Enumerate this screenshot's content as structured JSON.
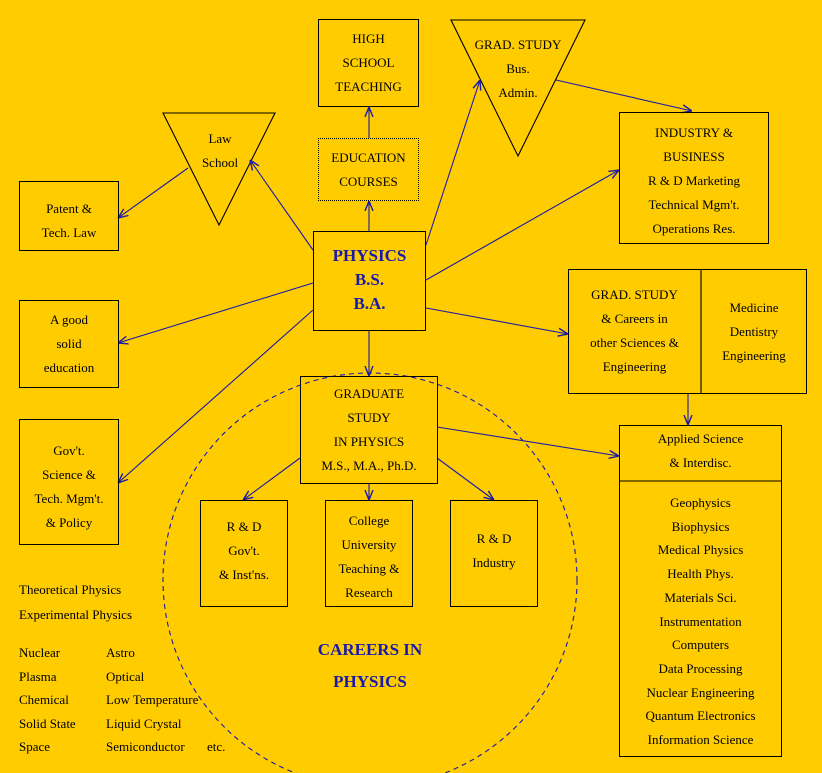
{
  "center": {
    "lines": [
      "PHYSICS",
      "B.S.",
      "B.A."
    ]
  },
  "high_school_teaching": {
    "lines": [
      "HIGH",
      "SCHOOL",
      "TEACHING"
    ]
  },
  "education_courses": {
    "lines": [
      "EDUCATION",
      "COURSES"
    ]
  },
  "law_school": {
    "lines": [
      "Law",
      "School"
    ]
  },
  "grad_business": {
    "lines": [
      "GRAD. STUDY",
      "Bus.",
      "Admin."
    ]
  },
  "patent_law": {
    "lines": [
      "Patent &",
      "Tech. Law"
    ]
  },
  "industry_business": {
    "lines": [
      "INDUSTRY &",
      "BUSINESS",
      "R & D Marketing",
      "Technical Mgm't.",
      "Operations Res."
    ]
  },
  "good_education": {
    "lines": [
      "A good",
      "solid",
      "education"
    ]
  },
  "grad_other_sciences": {
    "lines": [
      "GRAD. STUDY",
      "& Careers in",
      "other Sciences &",
      "Engineering"
    ]
  },
  "medicine": {
    "lines": [
      "Medicine",
      "Dentistry",
      "Engineering"
    ]
  },
  "govt_science": {
    "lines": [
      "Gov't.",
      "Science &",
      "Tech. Mgm't.",
      "& Policy"
    ]
  },
  "grad_physics": {
    "lines": [
      "GRADUATE",
      "STUDY",
      "IN PHYSICS",
      "M.S., M.A., Ph.D."
    ]
  },
  "applied_science": {
    "title_lines": [
      "Applied Science",
      "& Interdisc."
    ],
    "items": [
      "Geophysics",
      "Biophysics",
      "Medical Physics",
      "Health Phys.",
      "Materials Sci.",
      "Instrumentation",
      "Computers",
      "Data Processing",
      "Nuclear Engineering",
      "Quantum Electronics",
      "Information Science"
    ]
  },
  "rd_govt": {
    "lines": [
      "R & D",
      "Gov't.",
      "& Inst'ns."
    ]
  },
  "college": {
    "lines": [
      "College",
      "University",
      "Teaching &",
      "Research"
    ]
  },
  "rd_industry": {
    "lines": [
      "R & D",
      "Industry"
    ]
  },
  "careers": {
    "lines": [
      "CAREERS IN",
      "PHYSICS"
    ]
  },
  "fields": {
    "headers": [
      "Theoretical Physics",
      "Experimental Physics"
    ],
    "col1": [
      "Nuclear",
      "Plasma",
      "Chemical",
      "Solid State",
      "Space"
    ],
    "col2": [
      "Astro",
      "Optical",
      "Low Temperature",
      "Liquid Crystal",
      "Semiconductor"
    ],
    "etc": "etc."
  },
  "colors": {
    "background": "#FFCC00",
    "accent": "#1a1aa8"
  }
}
